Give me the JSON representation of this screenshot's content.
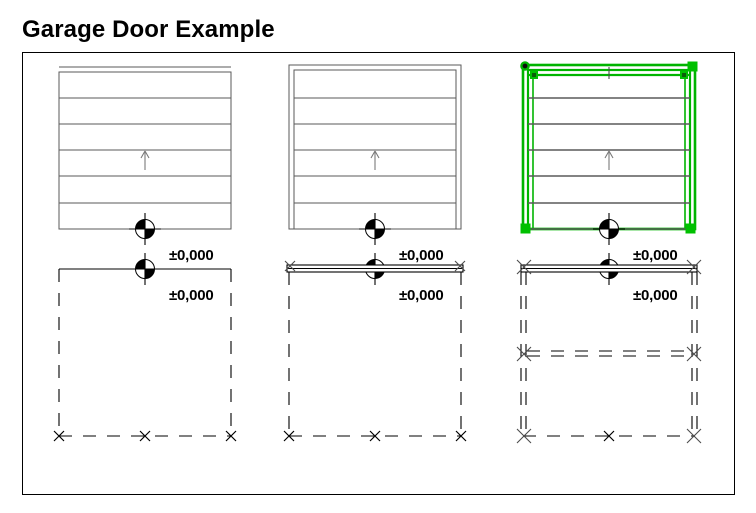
{
  "page": {
    "title": "Garage Door Example",
    "background_color": "#ffffff",
    "panel_border_color": "#000000"
  },
  "colors": {
    "line": "#000000",
    "panel_line": "#5a5a5a",
    "arrow": "#7a7a7a",
    "selection_green": "#00b400",
    "grip_green": "#00c000",
    "grip_fill_dark": "#0a5c0a",
    "text": "#000000"
  },
  "drawings": [
    {
      "id": "garage-door-1",
      "name": "garage-door-elevation-plain",
      "selected": false,
      "frame_style": "single",
      "threshold_style": "single-line",
      "plan_style": "single-dashed",
      "panel_count": 6,
      "direction_arrow": "up",
      "labels": [
        {
          "name": "level-label-upper",
          "text": "±0,000"
        },
        {
          "name": "level-label-lower",
          "text": "±0,000"
        }
      ],
      "level_markers": [
        {
          "name": "level-marker-upper",
          "symbol": "benchmark-quadrant-circle"
        },
        {
          "name": "level-marker-lower",
          "symbol": "benchmark-quadrant-circle"
        }
      ]
    },
    {
      "id": "garage-door-2",
      "name": "garage-door-elevation-framed",
      "selected": false,
      "frame_style": "double",
      "threshold_style": "double-line-with-x-ends",
      "plan_style": "single-dashed",
      "panel_count": 6,
      "direction_arrow": "up",
      "labels": [
        {
          "name": "level-label-upper",
          "text": "±0,000"
        },
        {
          "name": "level-label-lower",
          "text": "±0,000"
        }
      ],
      "level_markers": [
        {
          "name": "level-marker-upper",
          "symbol": "benchmark-quadrant-circle"
        },
        {
          "name": "level-marker-lower",
          "symbol": "benchmark-quadrant-circle"
        }
      ]
    },
    {
      "id": "garage-door-3",
      "name": "garage-door-elevation-selected",
      "selected": true,
      "frame_style": "double",
      "threshold_style": "double-line-with-x-ends",
      "plan_style": "double-dashed-with-mid-rail",
      "panel_count": 6,
      "direction_arrow": "up",
      "selection": {
        "highlight_color": "#00b400",
        "grips": [
          {
            "name": "grip-top-left-round",
            "shape": "circle"
          },
          {
            "name": "grip-top-left-square",
            "shape": "square"
          },
          {
            "name": "grip-top-right-square",
            "shape": "square"
          },
          {
            "name": "grip-top-right-corner",
            "shape": "square"
          },
          {
            "name": "grip-bottom-left",
            "shape": "square"
          },
          {
            "name": "grip-bottom-right",
            "shape": "square"
          }
        ]
      },
      "labels": [
        {
          "name": "level-label-upper",
          "text": "±0,000"
        },
        {
          "name": "level-label-lower",
          "text": "±0,000"
        }
      ],
      "level_markers": [
        {
          "name": "level-marker-upper",
          "symbol": "benchmark-quadrant-circle"
        },
        {
          "name": "level-marker-lower",
          "symbol": "benchmark-quadrant-circle"
        }
      ]
    }
  ]
}
